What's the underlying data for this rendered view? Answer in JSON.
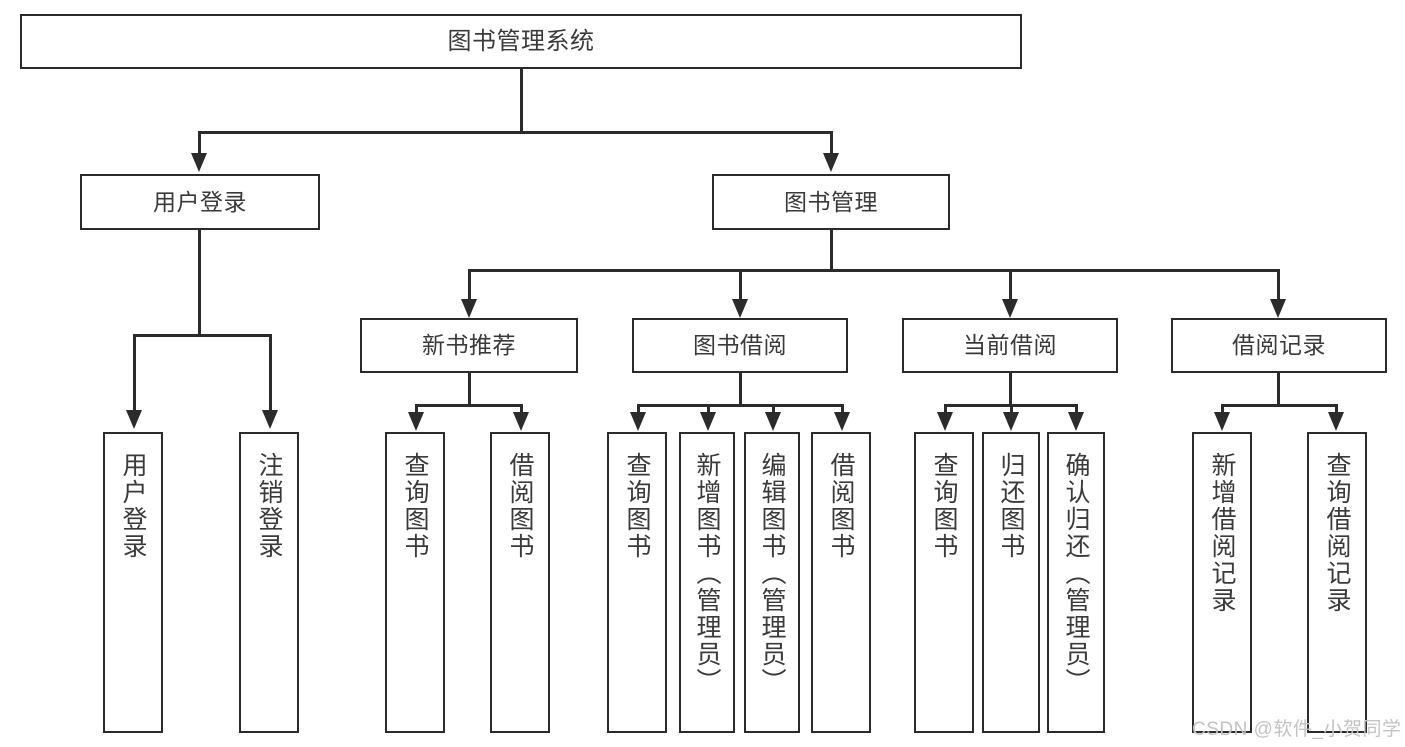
{
  "diagram": {
    "title": "图书管理系统",
    "type": "hierarchy-tree",
    "levels": 4,
    "colors": {
      "stroke": "#2b2b2b",
      "fill": "#ffffff",
      "text": "#3a3a3a",
      "watermark": "#c3c3c3"
    },
    "root": {
      "label": "图书管理系统"
    },
    "level2": [
      {
        "id": "user-login",
        "label": "用户登录"
      },
      {
        "id": "book-management",
        "label": "图书管理"
      }
    ],
    "level3": [
      {
        "id": "new-book-recommend",
        "label": "新书推荐",
        "parent": "book-management"
      },
      {
        "id": "book-borrow",
        "label": "图书借阅",
        "parent": "book-management"
      },
      {
        "id": "current-borrow",
        "label": "当前借阅",
        "parent": "book-management"
      },
      {
        "id": "borrow-record",
        "label": "借阅记录",
        "parent": "book-management"
      }
    ],
    "leaves": {
      "user-login": [
        {
          "id": "leaf-user-login",
          "label": "用户登录"
        },
        {
          "id": "leaf-logout-login",
          "label": "注销登录"
        }
      ],
      "new-book-recommend": [
        {
          "id": "leaf-query-book-1",
          "label": "查询图书"
        },
        {
          "id": "leaf-borrow-book-1",
          "label": "借阅图书"
        }
      ],
      "book-borrow": [
        {
          "id": "leaf-query-book-2",
          "label": "查询图书"
        },
        {
          "id": "leaf-add-book",
          "label": "新增图书（管理员）"
        },
        {
          "id": "leaf-edit-book",
          "label": "编辑图书（管理员）"
        },
        {
          "id": "leaf-borrow-book-2",
          "label": "借阅图书"
        }
      ],
      "current-borrow": [
        {
          "id": "leaf-query-book-3",
          "label": "查询图书"
        },
        {
          "id": "leaf-return-book",
          "label": "归还图书"
        },
        {
          "id": "leaf-confirm-return",
          "label": "确认归还（管理员）"
        }
      ],
      "borrow-record": [
        {
          "id": "leaf-add-record",
          "label": "新增借阅记录"
        },
        {
          "id": "leaf-query-record",
          "label": "查询借阅记录"
        }
      ]
    }
  },
  "watermark": {
    "text": "CSDN @软件_小贺同学"
  }
}
